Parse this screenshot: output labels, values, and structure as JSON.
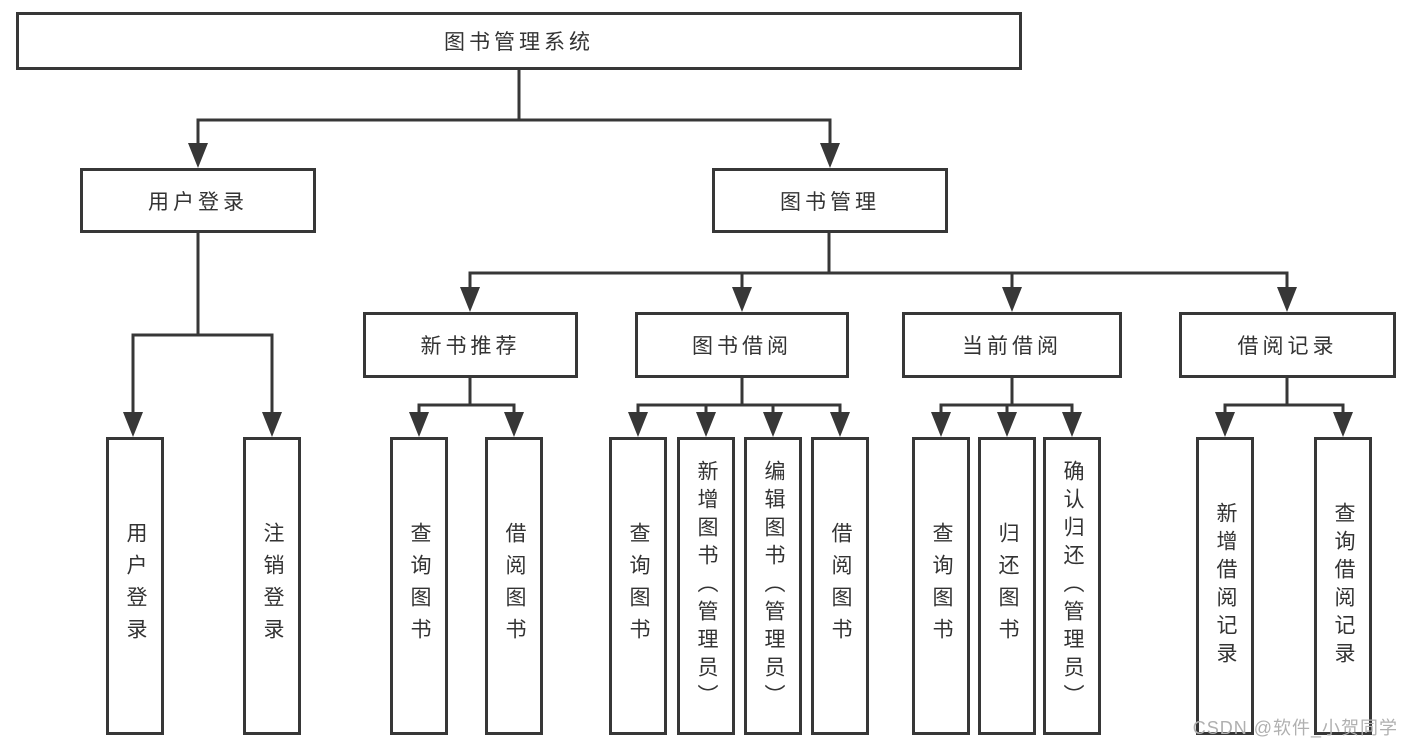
{
  "tree": {
    "root": {
      "label": "图书管理系统"
    },
    "children": [
      {
        "label": "用户登录",
        "children": [
          {
            "label": "用户登录"
          },
          {
            "label": "注销登录"
          }
        ]
      },
      {
        "label": "图书管理",
        "children": [
          {
            "label": "新书推荐",
            "children": [
              {
                "label": "查询图书"
              },
              {
                "label": "借阅图书"
              }
            ]
          },
          {
            "label": "图书借阅",
            "children": [
              {
                "label": "查询图书"
              },
              {
                "label": "新增图书（管理员）"
              },
              {
                "label": "编辑图书（管理员）"
              },
              {
                "label": "借阅图书"
              }
            ]
          },
          {
            "label": "当前借阅",
            "children": [
              {
                "label": "查询图书"
              },
              {
                "label": "归还图书"
              },
              {
                "label": "确认归还（管理员）"
              }
            ]
          },
          {
            "label": "借阅记录",
            "children": [
              {
                "label": "新增借阅记录"
              },
              {
                "label": "查询借阅记录"
              }
            ]
          }
        ]
      }
    ]
  },
  "watermark": "CSDN @软件_小贺同学",
  "colors": {
    "line": "#373737",
    "box_border": "#373737",
    "text": "#333333",
    "watermark": "#b0b0b0",
    "background": "#ffffff"
  }
}
